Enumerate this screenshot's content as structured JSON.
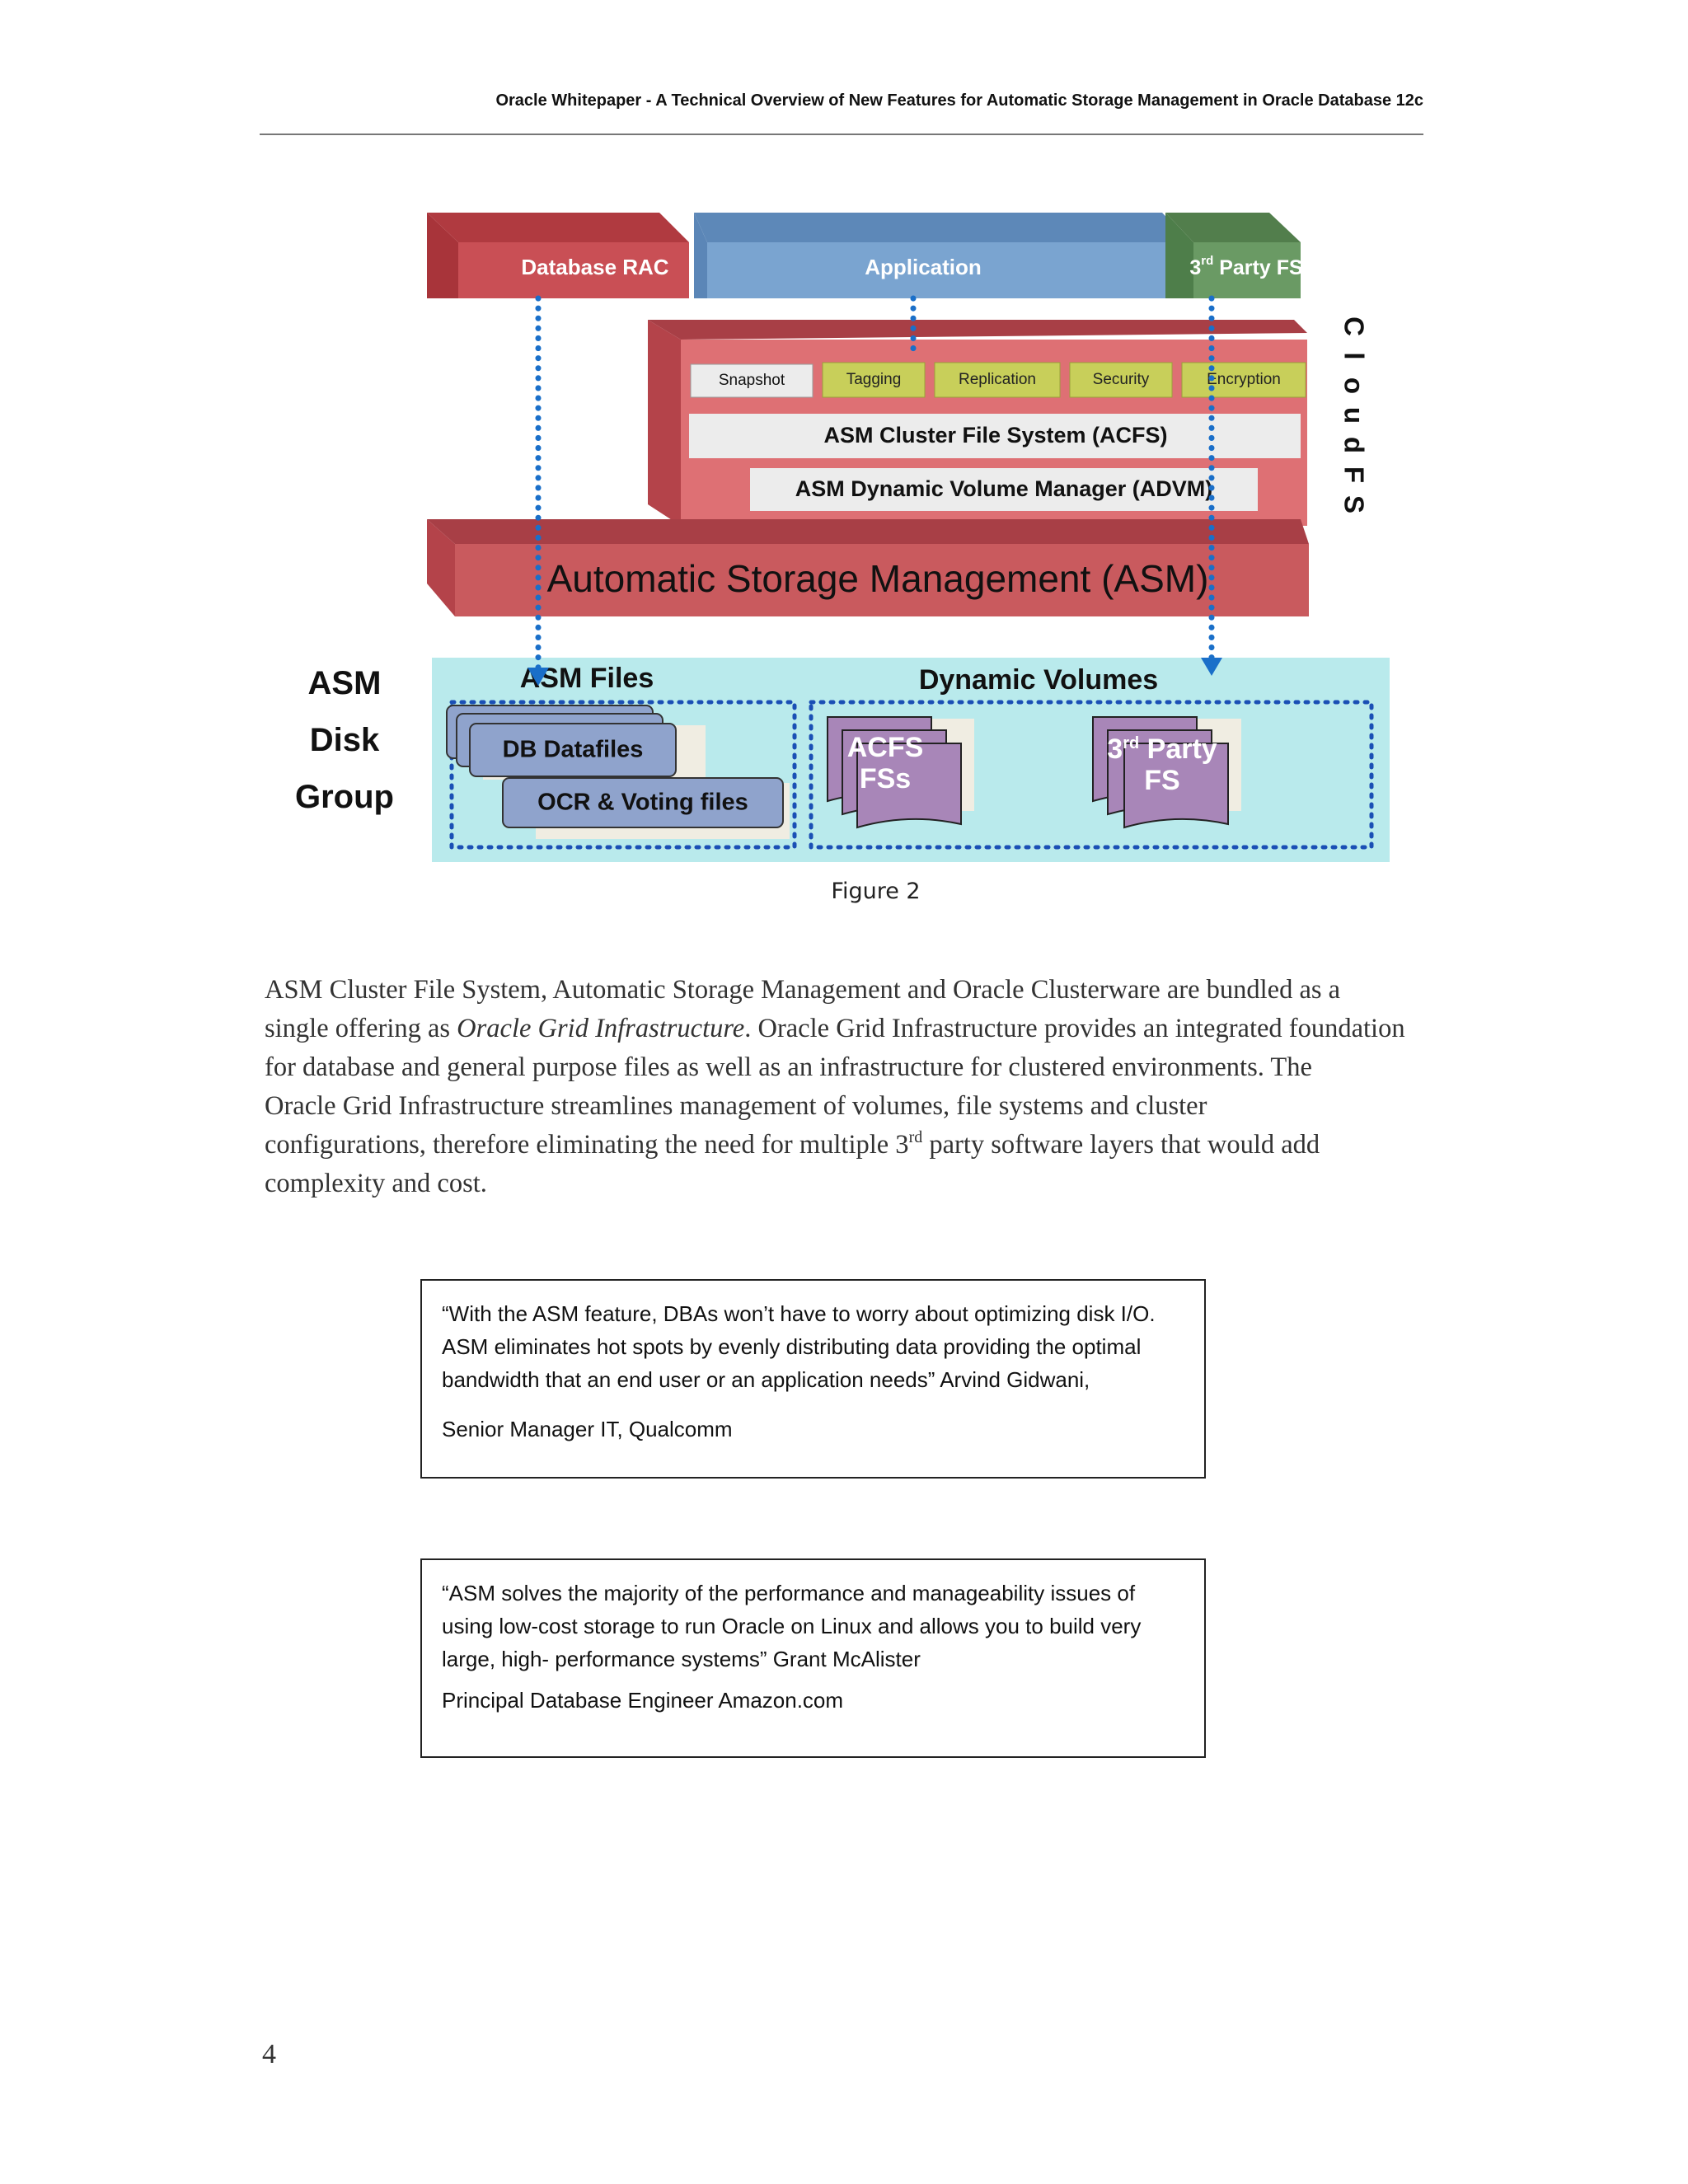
{
  "header": {
    "title": "Oracle Whitepaper - A Technical Overview of New Features for Automatic Storage Management in Oracle Database 12c"
  },
  "figure": {
    "top_blocks": {
      "database_rac": "Database RAC",
      "application": "Application",
      "third_party_fs": {
        "base": "3",
        "sup": "rd",
        "rest": " Party FS"
      }
    },
    "cloudfs_label": "CloudFS",
    "services": [
      "Snapshot",
      "Tagging",
      "Replication",
      "Security",
      "Encryption"
    ],
    "acfs_bar": "ASM Cluster  File System (ACFS)",
    "advm_bar": "ASM Dynamic Volume Manager (ADVM)",
    "asm_bar": "Automatic Storage Management (ASM)",
    "disk_group_label": [
      "ASM",
      "Disk",
      "Group"
    ],
    "asm_files": {
      "title": "ASM Files",
      "datafiles": "DB Datafiles",
      "ocr": "OCR & Voting files"
    },
    "dynamic_volumes": {
      "title": "Dynamic Volumes",
      "acfs_line1": "ACFS",
      "acfs_line2": "FSs",
      "third_line1": {
        "base": "3",
        "sup": "rd",
        "rest": " Party"
      },
      "third_line2": "FS"
    },
    "colors": {
      "red": "#c94f55",
      "blue": "#6f9ac7",
      "green": "#6a9a64",
      "cyan": "#b9eaec",
      "purple": "#a886b8",
      "lavender": "#8fa3cc",
      "olive": "#c8cf5a",
      "dots": "#1a6fc9"
    }
  },
  "caption": "Figure 2",
  "body": {
    "line1": "ASM Cluster File System, Automatic Storage Management and Oracle Clusterware are bundled as a",
    "line2_pre": "single offering as ",
    "line2_em": "Oracle Grid Infrastructure",
    "line2_post": ". Oracle Grid Infrastructure provides an integrated foundation",
    "line3": "for database and general purpose files as well as an infrastructure for clustered environments. The",
    "line4": "Oracle Grid Infrastructure streamlines management of volumes, file systems and cluster",
    "line5_pre": "configurations, therefore eliminating the need for multiple 3",
    "line5_sup": "rd",
    "line5_post": " party software layers that would add",
    "line6": "complexity and cost."
  },
  "quotes": [
    {
      "lines": [
        "“With the ASM feature, DBAs won’t have to worry about optimizing disk I/O.",
        "ASM eliminates hot spots by evenly distributing data providing the optimal",
        "bandwidth that an end user or an application needs” Arvind Gidwani,"
      ],
      "attribution": "Senior Manager IT, Qualcomm"
    },
    {
      "lines": [
        "“ASM solves the majority of the performance and manageability issues of",
        "using low-cost storage to run Oracle on Linux and allows you to build very",
        "large, high- performance systems” Grant McAlister"
      ],
      "attribution": "Principal Database Engineer Amazon.com"
    }
  ],
  "page_number": "4"
}
